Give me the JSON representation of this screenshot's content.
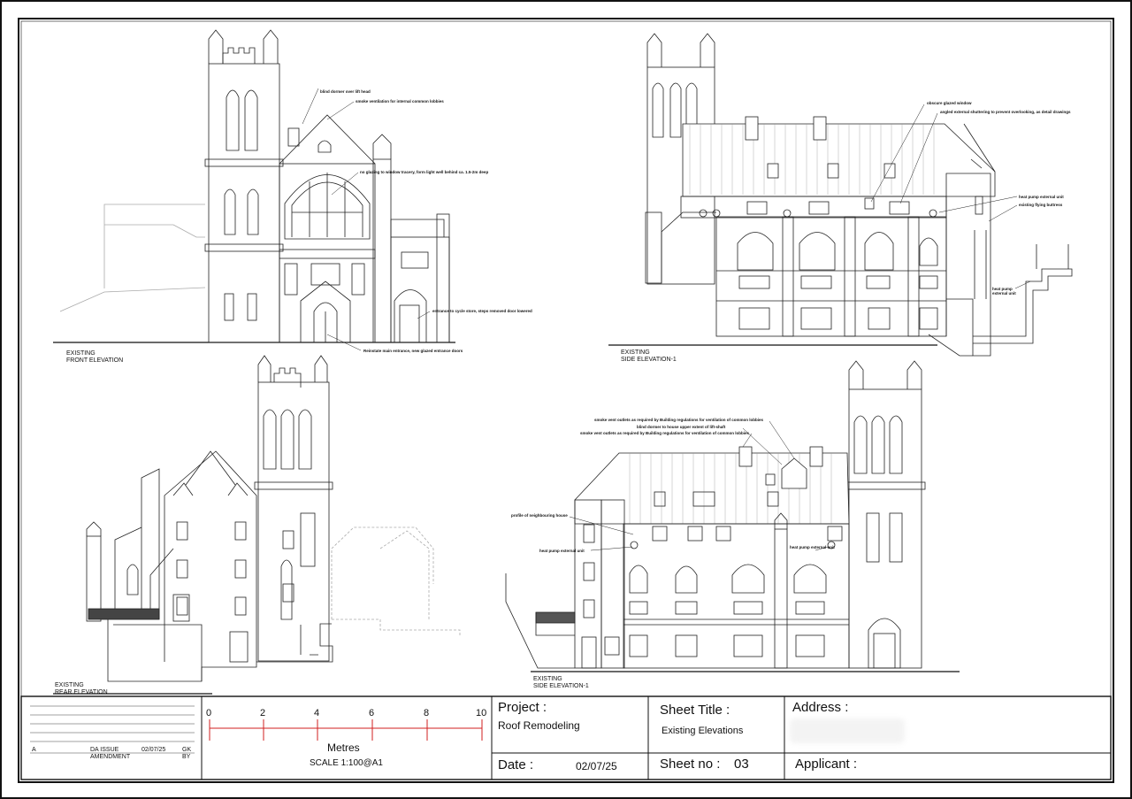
{
  "elevations": {
    "front": {
      "line1": "EXISTING",
      "line2": "FRONT ELEVATION"
    },
    "side1": {
      "line1": "EXISTING",
      "line2": "SIDE ELEVATION-1"
    },
    "rear": {
      "line1": "EXISTING",
      "line2": "REAR ELEVATION"
    },
    "side2": {
      "line1": "EXISTING",
      "line2": "SIDE ELEVATION-1"
    }
  },
  "notes": {
    "front": [
      "blind dormer over lift head",
      "smoke ventilation for internal common lobbies",
      "no glazing to window tracery, form light well behind ca. 1.5-2m deep",
      "entrance to cycle store, steps removed door lowered",
      "Reinstate main entrance, new glazed entrance doors"
    ],
    "side1": [
      "obscure glazed window",
      "angled external shuttering to prevent overlooking, as detail drawings",
      "heat pump external unit",
      "existing flying buttress",
      "heat pump external unit"
    ],
    "side2": [
      "smoke vent outlets as required by Building regulations for ventilation of common lobbies",
      "blind dormer to house upper extent of lift-shaft",
      "smoke vent outlets as required by Building regulations for ventilation of common lobbies",
      "profile of neighbouring house",
      "heat pump external unit",
      "heat pump external unit"
    ]
  },
  "revision": {
    "rev": "A",
    "description": "DA ISSUE",
    "date": "02/07/25",
    "by": "GK",
    "col_amendment": "AMENDMENT",
    "col_by": "BY"
  },
  "scale_bar": {
    "ticks": [
      "0",
      "2",
      "4",
      "6",
      "8",
      "10"
    ],
    "unit": "Metres",
    "scale": "SCALE 1:100@A1",
    "tick_color": "#d21f1f"
  },
  "title_block": {
    "project_label": "Project :",
    "project_value": "Roof Remodeling",
    "sheet_title_label": "Sheet Title :",
    "sheet_title_value": "Existing Elevations",
    "address_label": "Address :",
    "date_label": "Date :",
    "date_value": "02/07/25",
    "sheet_no_label": "Sheet no :",
    "sheet_no_value": "03",
    "applicant_label": "Applicant :"
  }
}
